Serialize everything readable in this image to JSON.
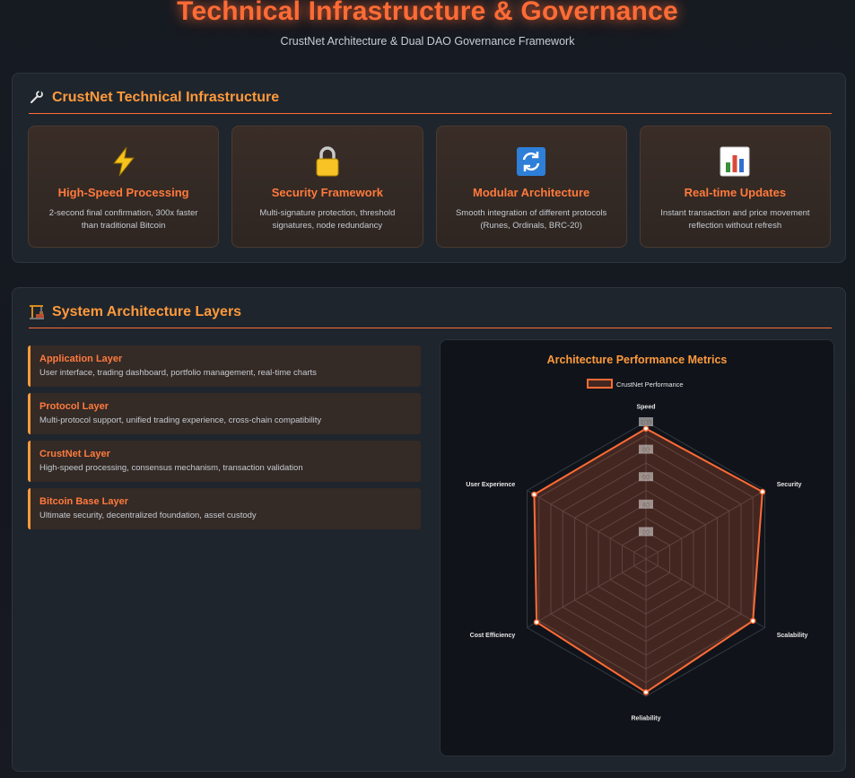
{
  "page": {
    "title": "Technical Infrastructure & Governance",
    "subtitle": "CrustNet Architecture & Dual DAO Governance Framework"
  },
  "infrastructure": {
    "icon": "wrench-icon",
    "title": "CrustNet Technical Infrastructure",
    "cards": [
      {
        "icon": "lightning-icon",
        "title": "High-Speed Processing",
        "desc": "2-second final confirmation, 300x faster than traditional Bitcoin"
      },
      {
        "icon": "lock-icon",
        "title": "Security Framework",
        "desc": "Multi-signature protection, threshold signatures, node redundancy"
      },
      {
        "icon": "refresh-icon",
        "title": "Modular Architecture",
        "desc": "Smooth integration of different protocols (Runes, Ordinals, BRC-20)"
      },
      {
        "icon": "bar-chart-icon",
        "title": "Real-time Updates",
        "desc": "Instant transaction and price movement reflection without refresh"
      }
    ]
  },
  "architecture": {
    "icon": "construction-crane-icon",
    "title": "System Architecture Layers",
    "layers": [
      {
        "title": "Application Layer",
        "desc": "User interface, trading dashboard, portfolio management, real-time charts"
      },
      {
        "title": "Protocol Layer",
        "desc": "Multi-protocol support, unified trading experience, cross-chain compatibility"
      },
      {
        "title": "CrustNet Layer",
        "desc": "High-speed processing, consensus mechanism, transaction validation"
      },
      {
        "title": "Bitcoin Base Layer",
        "desc": "Ultimate security, decentralized foundation, asset custody"
      }
    ]
  },
  "colors": {
    "accent": "#ff6b35",
    "accent_light": "#ff9a3c",
    "chart_fill": "rgba(255,107,53,0.22)",
    "grid": "#3a3f46"
  },
  "chart_data": {
    "type": "radar",
    "title": "Architecture Performance Metrics",
    "legend": "top",
    "categories": [
      "Speed",
      "Security",
      "Scalability",
      "Reliability",
      "Cost Efficiency",
      "User Experience"
    ],
    "series": [
      {
        "name": "CrustNet Performance",
        "values": [
          95,
          98,
          90,
          97,
          92,
          94
        ]
      }
    ],
    "rlim": [
      0,
      100
    ],
    "ticks": [
      20,
      40,
      60,
      80,
      100
    ]
  }
}
